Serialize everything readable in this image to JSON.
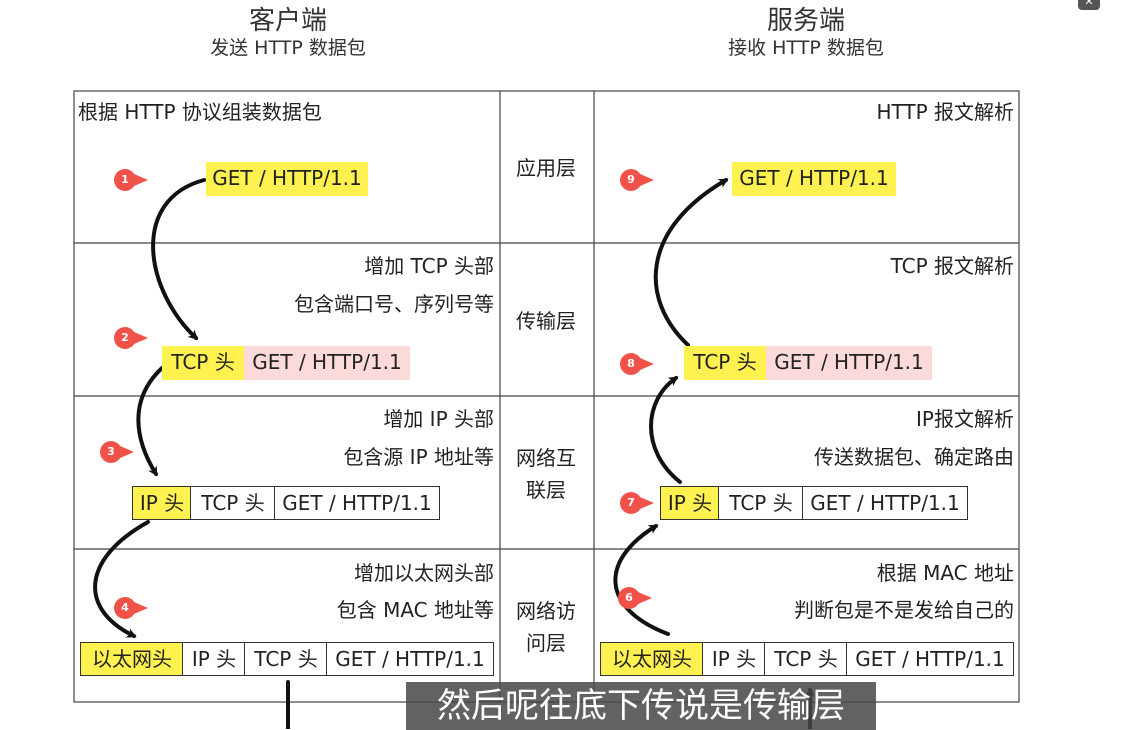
{
  "client": {
    "title": "客户端",
    "subtitle": "发送 HTTP 数据包"
  },
  "server": {
    "title": "服务端",
    "subtitle": "接收 HTTP 数据包"
  },
  "layers": {
    "app": "应用层",
    "transport": "传输层",
    "internet_1": "网络互",
    "internet_2": "联层",
    "access_1": "网络访",
    "access_2": "问层"
  },
  "client_notes": {
    "app": "根据 HTTP 协议组装数据包",
    "transport_1": "增加 TCP 头部",
    "transport_2": "包含端口号、序列号等",
    "internet_1": "增加 IP 头部",
    "internet_2": "包含源 IP 地址等",
    "access_1": "增加以太网头部",
    "access_2": "包含 MAC 地址等"
  },
  "server_notes": {
    "app": "HTTP 报文解析",
    "transport": "TCP 报文解析",
    "internet_1": "IP报文解析",
    "internet_2": "传送数据包、确定路由",
    "access_1": "根据 MAC 地址",
    "access_2": "判断包是不是发给自己的"
  },
  "packet": {
    "http": "GET / HTTP/1.1",
    "tcp": "TCP 头",
    "ip": "IP 头",
    "eth": "以太网头"
  },
  "steps": [
    "1",
    "2",
    "3",
    "4",
    "6",
    "7",
    "8",
    "9"
  ],
  "caption": "然后呢往底下传说是传输层",
  "colors": {
    "highlight": "#fff14f",
    "payload": "#fcdada",
    "badge": "#f0524a"
  }
}
